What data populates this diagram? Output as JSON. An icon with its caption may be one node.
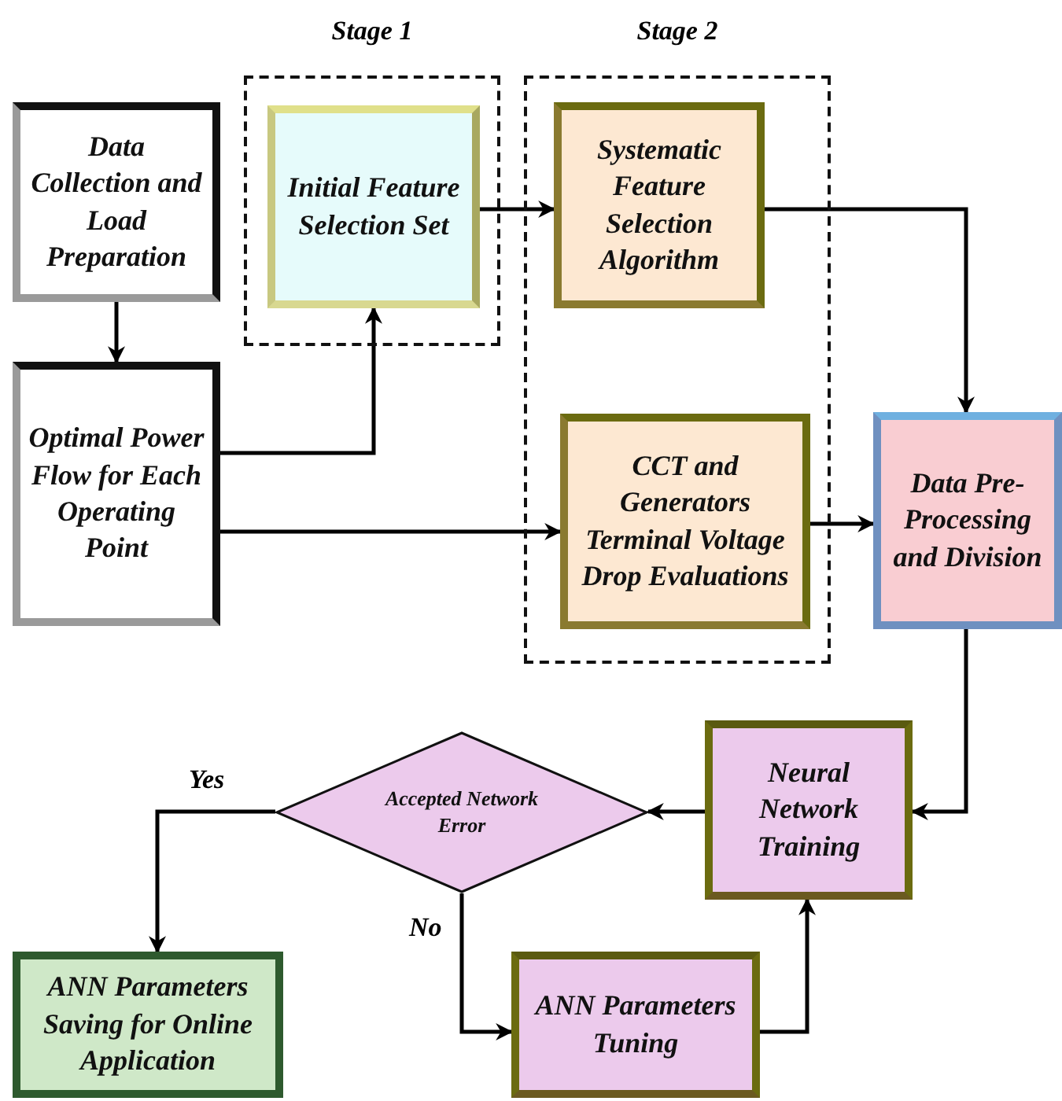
{
  "diagram": {
    "nodes": [
      {
        "text": [
          "Stage 1"
        ]
      },
      {
        "text": [
          "Stage 2"
        ]
      },
      {
        "text": [
          "Data Collection and Load Preparation"
        ]
      },
      {
        "text": [
          "Optimal Power Flow for Each Operating Point"
        ]
      },
      {
        "text": [
          "Initial Feature Selection Set"
        ],
        "in": 0
      },
      {
        "text": [
          "Systematic Feature Selection Algorithm"
        ],
        "in": 1
      },
      {
        "text": [
          "CCT and Generators Terminal Voltage Drop Evaluations"
        ],
        "in": 1
      },
      {
        "text": [
          "Data Pre-Processing and Division"
        ]
      },
      {
        "text": [
          "Neural Network Training"
        ]
      },
      {
        "text": [
          "Accepted Network Error"
        ]
      },
      {
        "text": [
          "ANN Parameters Saving for Online Application"
        ]
      },
      {
        "text": [
          "ANN Parameters Tuning"
        ]
      }
    ],
    "edges": [
      {
        "from": 2,
        "to": 3,
        "arrow": "to"
      },
      {
        "from": 3,
        "to": 4,
        "arrow": "to"
      },
      {
        "from": 3,
        "to": 6,
        "arrow": "to"
      },
      {
        "from": 4,
        "to": 5,
        "arrow": "to"
      },
      {
        "from": 5,
        "to": 7,
        "arrow": "to"
      },
      {
        "from": 6,
        "to": 7,
        "arrow": "to"
      },
      {
        "from": 7,
        "to": 8,
        "arrow": "to"
      },
      {
        "from": 8,
        "to": 9,
        "arrow": "to"
      },
      {
        "from": 9,
        "to": 10,
        "arrow": "to",
        "label": "Yes"
      },
      {
        "from": 9,
        "to": 11,
        "arrow": "to",
        "label": "No"
      },
      {
        "from": 11,
        "to": 8,
        "arrow": "to"
      }
    ]
  }
}
